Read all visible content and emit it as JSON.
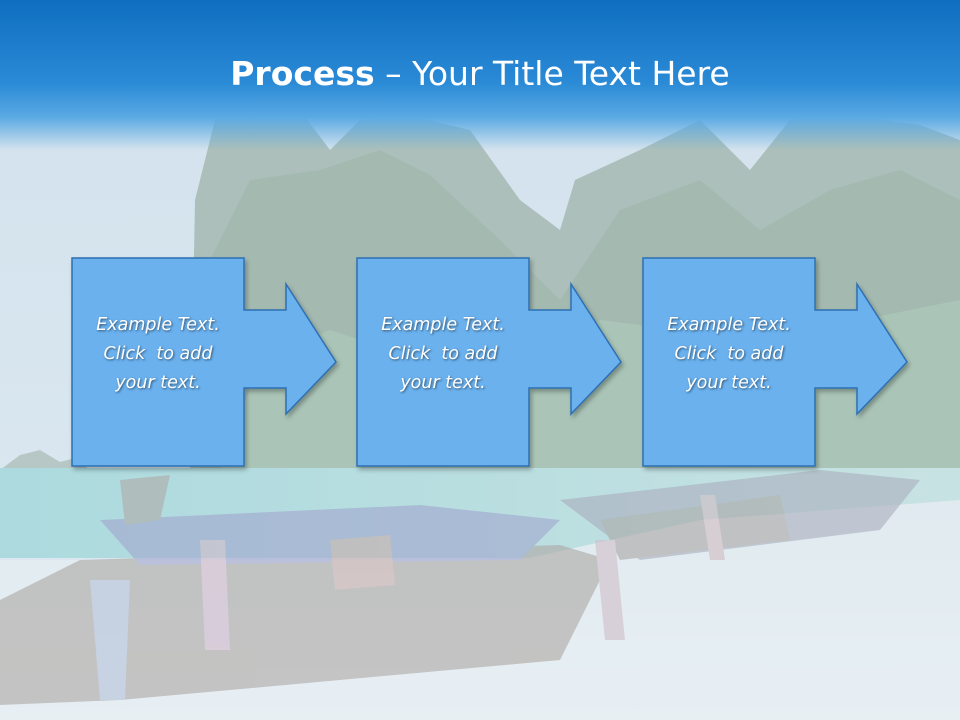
{
  "slide": {
    "title_bold": "Process",
    "title_rest": " – Your Title Text Here"
  },
  "steps": [
    {
      "line1": "Example Text.",
      "line2": "Click  to add",
      "line3": "your text."
    },
    {
      "line1": "Example Text.",
      "line2": "Click  to add",
      "line3": "your text."
    },
    {
      "line1": "Example Text.",
      "line2": "Click  to add",
      "line3": "your text."
    }
  ],
  "colors": {
    "header": "#1e7fd0",
    "box_fill": "#6ab1ee",
    "box_stroke": "#2d6fb3",
    "text": "#ffffff"
  },
  "icons": [
    "right-arrow-icon"
  ]
}
